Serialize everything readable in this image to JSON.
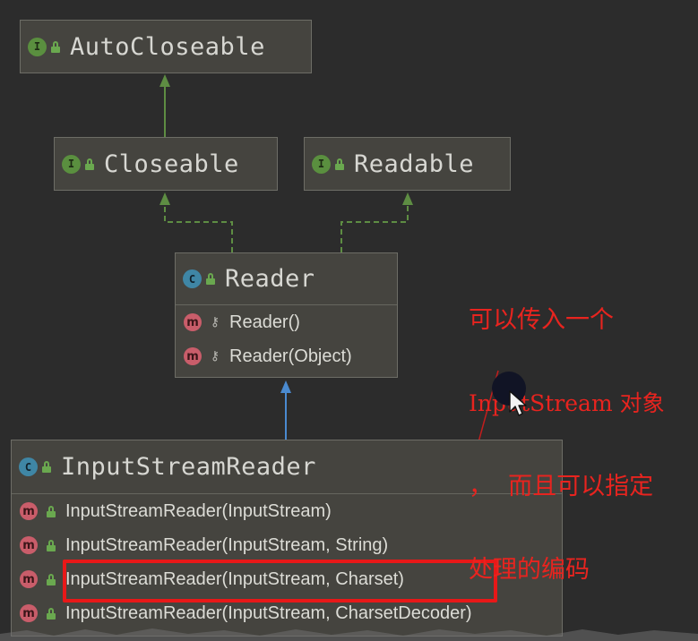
{
  "diagram": {
    "autocloseable": {
      "kind": "I",
      "title": "AutoCloseable"
    },
    "closeable": {
      "kind": "I",
      "title": "Closeable"
    },
    "readable": {
      "kind": "I",
      "title": "Readable"
    },
    "reader": {
      "kind": "C",
      "title": "Reader",
      "members": [
        {
          "badge": "m",
          "text": "Reader()"
        },
        {
          "badge": "m",
          "text": "Reader(Object)"
        }
      ]
    },
    "inputstreamreader": {
      "kind": "C",
      "title": "InputStreamReader",
      "members": [
        {
          "badge": "m",
          "text": "InputStreamReader(InputStream)"
        },
        {
          "badge": "m",
          "text": "InputStreamReader(InputStream, String)"
        },
        {
          "badge": "m",
          "text": "InputStreamReader(InputStream, Charset)"
        },
        {
          "badge": "m",
          "text": "InputStreamReader(InputStream, CharsetDecoder)"
        }
      ]
    }
  },
  "annotation": {
    "line1": "可以传入一个",
    "line2": "InputStream 对象",
    "line3": "，  而且可以指定",
    "line4": "处理的编码"
  },
  "colors": {
    "background": "#2c2c2c",
    "node_fill": "#45443f",
    "interface_badge": "#5a8f3f",
    "class_badge": "#3f86a5",
    "method_badge": "#c95d6a",
    "annotation_red": "#e8241f",
    "inherit_arrow": "#5e8d43",
    "extends_arrow": "#4a8ad0"
  },
  "icons": {
    "interface": "interface-badge-icon",
    "class": "class-badge-icon",
    "method": "method-badge-icon",
    "public": "public-lock-icon",
    "package_private": "key-icon"
  }
}
